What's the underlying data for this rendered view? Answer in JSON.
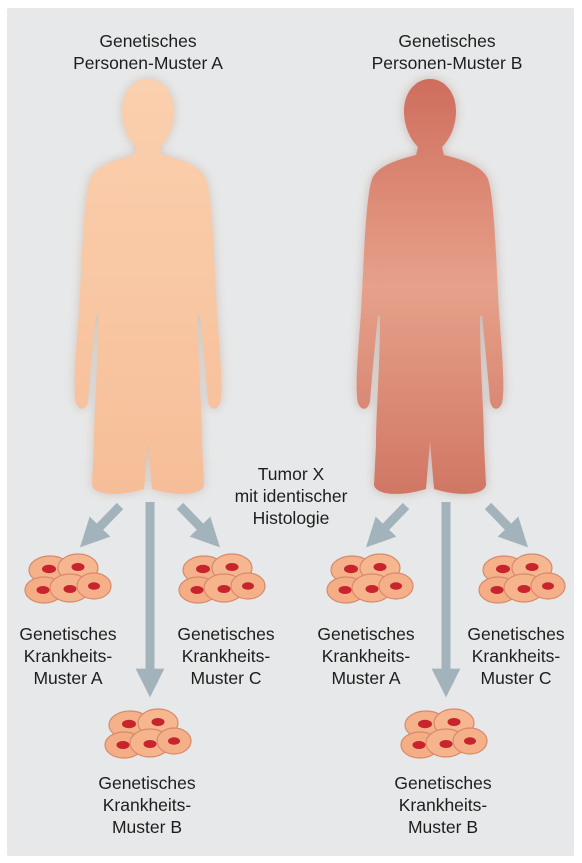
{
  "persons": [
    {
      "line1": "Genetisches",
      "line2": "Personen-Muster A",
      "color": "#f8c7a3"
    },
    {
      "line1": "Genetisches",
      "line2": "Personen-Muster B",
      "color": "#d67f6d"
    }
  ],
  "tumor": {
    "line1": "Tumor X",
    "line2": "mit identischer",
    "line3": "Histologie"
  },
  "patterns": {
    "a": {
      "line1": "Genetisches",
      "line2": "Krankheits-",
      "line3": "Muster A"
    },
    "b": {
      "line1": "Genetisches",
      "line2": "Krankheits-",
      "line3": "Muster B"
    },
    "c": {
      "line1": "Genetisches",
      "line2": "Krankheits-",
      "line3": "Muster C"
    }
  },
  "colors": {
    "background": "#e7e8e9",
    "arrow": "#a3b3bb",
    "cell": "#f5b18a",
    "nucleus": "#c8242d"
  }
}
